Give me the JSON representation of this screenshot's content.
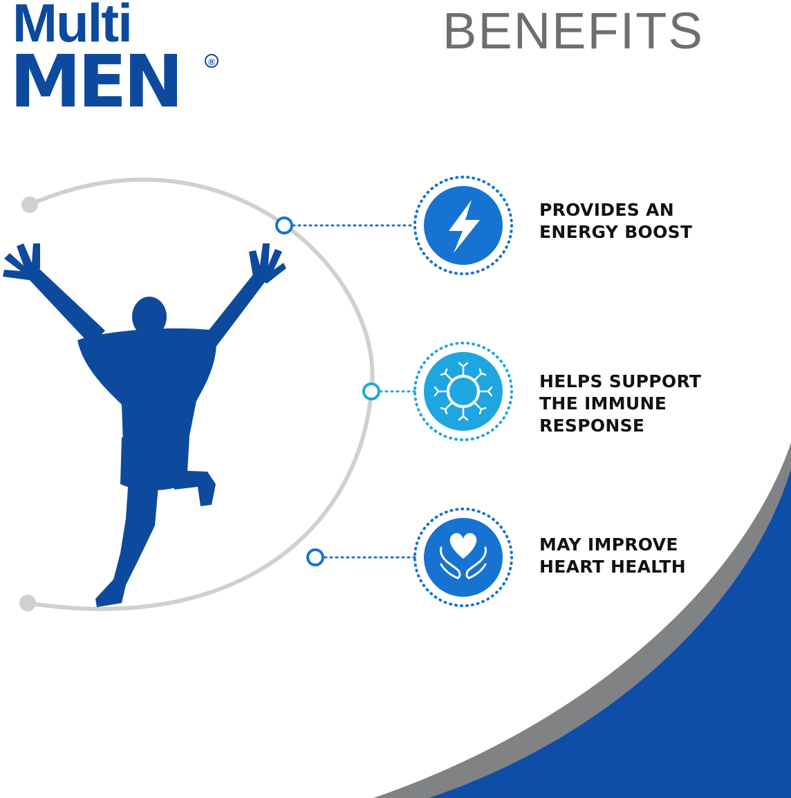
{
  "brand": {
    "line1": "Multi",
    "line2": "MEN",
    "registered_mark": "®",
    "color": "#0d4a9e"
  },
  "title": "BENEFITS",
  "colors": {
    "navy": "#0d4a9e",
    "dark_blue": "#0f4ea8",
    "accent_blue": "#1673d1",
    "light_blue": "#1fa6e0",
    "arc_gray": "#d0d0d0",
    "swoosh_gray": "#808284",
    "title_gray": "#6d6e70"
  },
  "benefits": [
    {
      "icon": "lightning-bolt-icon",
      "lines": [
        "PROVIDES AN",
        "ENERGY BOOST"
      ]
    },
    {
      "icon": "immune-cell-icon",
      "lines": [
        "HELPS SUPPORT",
        "THE IMMUNE",
        "RESPONSE"
      ]
    },
    {
      "icon": "heart-in-hands-icon",
      "lines": [
        "MAY IMPROVE",
        "HEART HEALTH"
      ]
    }
  ]
}
